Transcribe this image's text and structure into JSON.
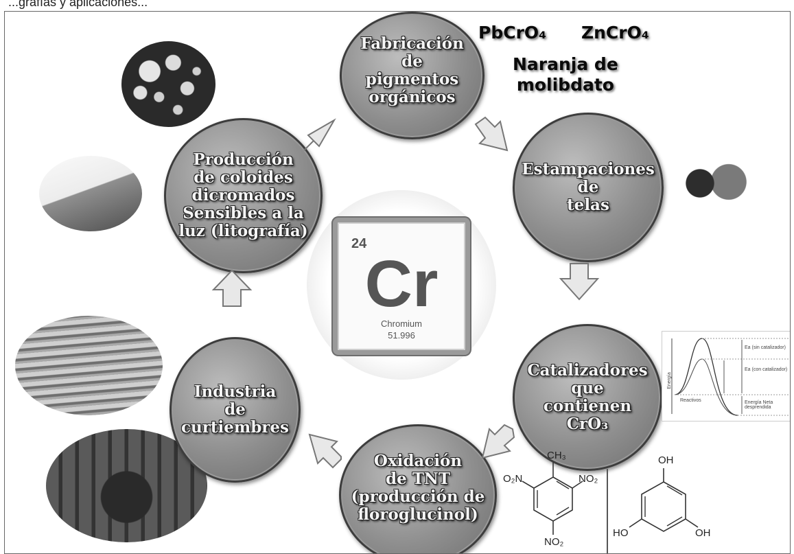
{
  "caption_fragment": "...grafías y aplicaciones...",
  "center": {
    "number": "24",
    "symbol": "Cr",
    "name": "Chromium",
    "mass": "51.996"
  },
  "circles": {
    "pigments": "Fabricación\nde\npigmentos\norgánicos",
    "colloids": "Producción\nde coloides\ndicromados\nSensibles a la\nluz (litografía)",
    "fabric": "Estampaciones\nde\ntelas",
    "catalysts": "Catalizadores\nque\ncontienen\nCrO₃",
    "tannery": "Industria\nde\ncurtiembres",
    "tnt": "Oxidación\nde TNT\n(producción de\nfloroglucinol)"
  },
  "pigment_labels": {
    "lead_chromate": "PbCrO₄",
    "zinc_chromate": "ZnCrO₄",
    "molybdate": "Naranja de\nmolibdato"
  },
  "energy_chart": {
    "ylabel": "Energía",
    "reactants": "Reactivos",
    "ea_uncat": "Ea (sin catalizador)",
    "ea_cat": "Ea (con catalizador)",
    "net": "Energía Neta\ndesprendida"
  },
  "tnt_molecule": {
    "top": "CH₃",
    "left": "O₂N",
    "right": "NO₂",
    "bottom": "NO₂"
  },
  "phloroglucinol": {
    "top": "OH",
    "left": "HO",
    "right": "OH"
  }
}
